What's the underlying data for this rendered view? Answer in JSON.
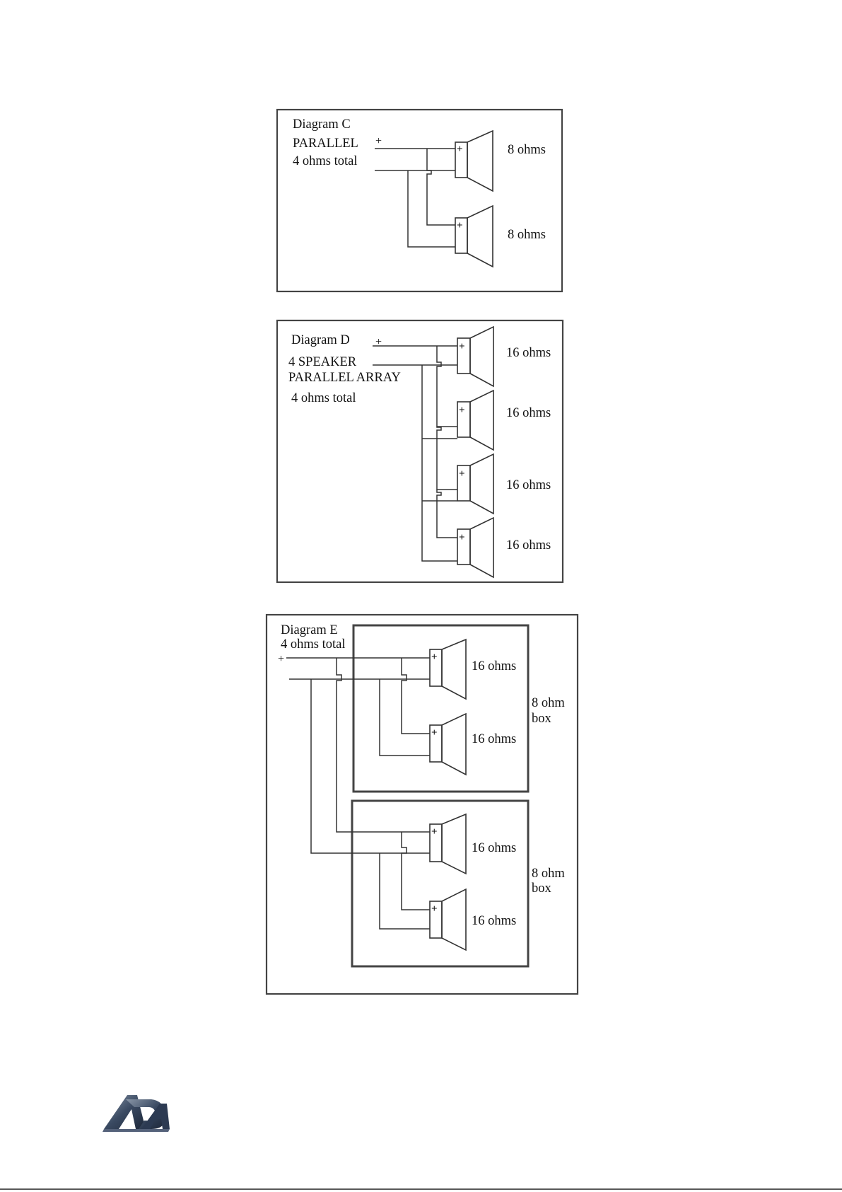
{
  "diagram_c": {
    "title": "Diagram C",
    "line2": "PARALLEL",
    "line3": "4 ohms total",
    "plus": "+",
    "speakers": [
      {
        "label": "8 ohms",
        "terminal": "+"
      },
      {
        "label": "8 ohms",
        "terminal": "+"
      }
    ]
  },
  "diagram_d": {
    "title": "Diagram D",
    "line2": "4 SPEAKER",
    "line3": "PARALLEL ARRAY",
    "line4": "4 ohms total",
    "plus": "+",
    "speakers": [
      {
        "label": "16 ohms",
        "terminal": "+"
      },
      {
        "label": "16 ohms",
        "terminal": "+"
      },
      {
        "label": "16 ohms",
        "terminal": "+"
      },
      {
        "label": "16 ohms",
        "terminal": "+"
      }
    ]
  },
  "diagram_e": {
    "title": "Diagram E",
    "line2": "4 ohms total",
    "plus": "+",
    "boxes": [
      {
        "line1": "8 ohm",
        "line2": "box"
      },
      {
        "line1": "8 ohm",
        "line2": "box"
      }
    ],
    "speakers": [
      {
        "label": "16 ohms",
        "terminal": "+"
      },
      {
        "label": "16 ohms",
        "terminal": "+"
      },
      {
        "label": "16 ohms",
        "terminal": "+"
      },
      {
        "label": "16 ohms",
        "terminal": "+"
      }
    ]
  },
  "footer": {
    "logo_icon": "ada-logo-icon"
  }
}
